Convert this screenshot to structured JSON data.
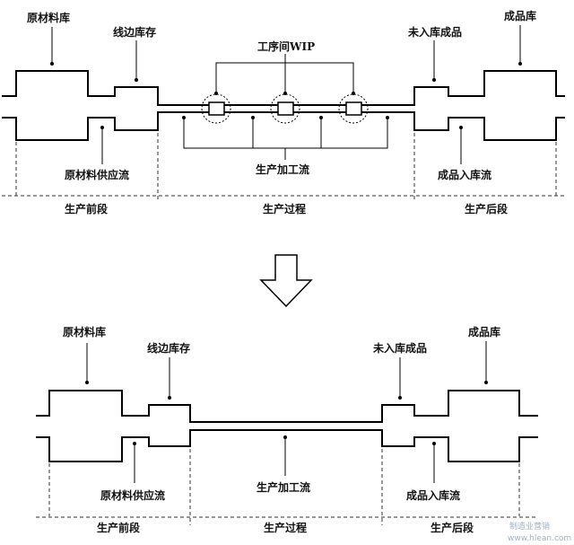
{
  "top": {
    "raw_material_store": "原材料库",
    "line_side_stock": "线边库存",
    "process_wip": "工序间WIP",
    "pending_finished": "未入库成品",
    "finished_store": "成品库",
    "raw_supply_flow": "原材料供应流",
    "processing_flow": "生产加工流",
    "finished_inbound_flow": "成品入库流",
    "stage_front": "生产前段",
    "stage_process": "生产过程",
    "stage_back": "生产后段"
  },
  "bottom": {
    "raw_material_store": "原材料库",
    "line_side_stock": "线边库存",
    "pending_finished": "未入库成品",
    "finished_store": "成品库",
    "raw_supply_flow": "原材料供应流",
    "processing_flow": "生产加工流",
    "finished_inbound_flow": "成品入库流",
    "stage_front": "生产前段",
    "stage_process": "生产过程",
    "stage_back": "生产后段"
  },
  "watermark": {
    "line1": "制造业营销",
    "line2": "www.hlean.com"
  }
}
